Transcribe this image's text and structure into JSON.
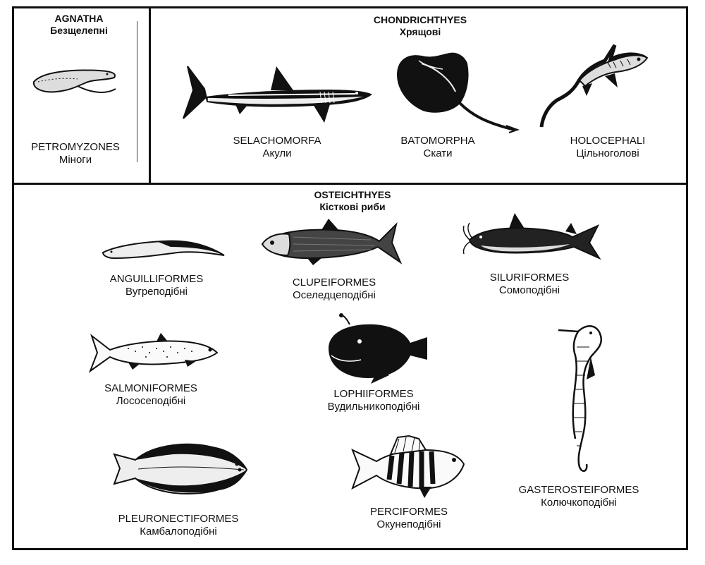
{
  "agnatha": {
    "title": "AGNATHA",
    "subtitle": "Безщелепні",
    "groups": [
      {
        "latin": "PETROMYZONES",
        "common": "Міноги",
        "icon": "lamprey-icon"
      }
    ]
  },
  "chondrichthyes": {
    "title": "CHONDRICHTHYES",
    "subtitle": "Хрящові",
    "groups": [
      {
        "latin": "SELACHOMORFA",
        "common": "Акули",
        "icon": "shark-icon"
      },
      {
        "latin": "BATOMORPHA",
        "common": "Скати",
        "icon": "ray-icon"
      },
      {
        "latin": "HOLOCEPHALI",
        "common": "Цільноголові",
        "icon": "chimaera-icon"
      }
    ]
  },
  "osteichthyes": {
    "title": "OSTEICHTHYES",
    "subtitle": "Кісткові риби",
    "groups": [
      {
        "latin": "ANGUILLIFORMES",
        "common": "Вугреподібні",
        "icon": "eel-icon"
      },
      {
        "latin": "CLUPEIFORMES",
        "common": "Оселедцеподібні",
        "icon": "herring-icon"
      },
      {
        "latin": "SILURIFORMES",
        "common": "Сомоподібні",
        "icon": "catfish-icon"
      },
      {
        "latin": "SALMONIFORMES",
        "common": "Лососеподібні",
        "icon": "salmon-icon"
      },
      {
        "latin": "LOPHIIFORMES",
        "common": "Вудильникоподібні",
        "icon": "anglerfish-icon"
      },
      {
        "latin": "GASTEROSTEIFORMES",
        "common": "Колючкоподібні",
        "icon": "seahorse-icon"
      },
      {
        "latin": "PLEURONECTIFORMES",
        "common": "Камбалоподібні",
        "icon": "flatfish-icon"
      },
      {
        "latin": "PERCIFORMES",
        "common": "Окунеподібні",
        "icon": "perch-icon"
      }
    ]
  }
}
